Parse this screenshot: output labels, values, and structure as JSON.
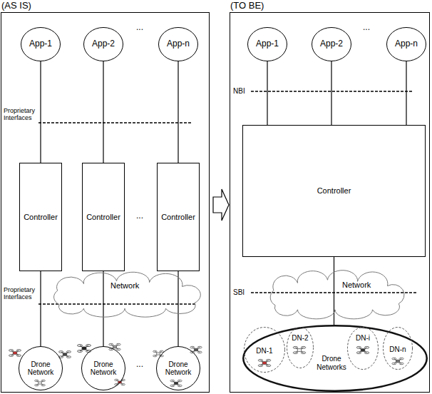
{
  "diagram": {
    "nodes": [
      {
        "text": [
          "(AS IS)"
        ]
      },
      {
        "text": [
          "App-1"
        ],
        "in": 0
      },
      {
        "text": [
          "App-2"
        ],
        "in": 0
      },
      {
        "text": [
          "App-n"
        ],
        "in": 0
      },
      {
        "text": [
          "Controller"
        ],
        "in": 0
      },
      {
        "text": [
          "Controller"
        ],
        "in": 0
      },
      {
        "text": [
          "Controller"
        ],
        "in": 0
      },
      {
        "text": [
          "Network"
        ],
        "in": 0
      },
      {
        "text": [
          "Drone Network"
        ],
        "in": 0
      },
      {
        "text": [
          "Drone Network"
        ],
        "in": 0
      },
      {
        "text": [
          "Drone Network"
        ],
        "in": 0
      },
      {
        "text": [
          "(TO BE)"
        ]
      },
      {
        "text": [
          "App-1"
        ],
        "in": 11
      },
      {
        "text": [
          "App-2"
        ],
        "in": 11
      },
      {
        "text": [
          "App-n"
        ],
        "in": 11
      },
      {
        "text": [
          "Controller"
        ],
        "in": 11
      },
      {
        "text": [
          "Network"
        ],
        "in": 11
      },
      {
        "text": [
          "Drone Networks"
        ],
        "in": 11
      },
      {
        "text": [
          "DN-1"
        ],
        "in": 17
      },
      {
        "text": [
          "DN-2"
        ],
        "in": 17
      },
      {
        "text": [
          "DN-i"
        ],
        "in": 17
      },
      {
        "text": [
          "DN-n"
        ],
        "in": 17
      }
    ],
    "edges": [
      {
        "from": 1,
        "to": 4,
        "arrow": "none"
      },
      {
        "from": 2,
        "to": 5,
        "arrow": "none"
      },
      {
        "from": 3,
        "to": 6,
        "arrow": "none"
      },
      {
        "from": 4,
        "to": 8,
        "arrow": "none"
      },
      {
        "from": 5,
        "to": 9,
        "arrow": "none"
      },
      {
        "from": 6,
        "to": 10,
        "arrow": "none"
      },
      {
        "from": 12,
        "to": 15,
        "arrow": "none"
      },
      {
        "from": 13,
        "to": 15,
        "arrow": "none"
      },
      {
        "from": 14,
        "to": 15,
        "arrow": "none"
      },
      {
        "from": 15,
        "to": 17,
        "arrow": "none"
      }
    ],
    "labels": [
      "...",
      "Proprietary Interfaces",
      "...",
      "Proprietary Interfaces",
      "...",
      "...",
      "NBI",
      "SBI"
    ]
  }
}
